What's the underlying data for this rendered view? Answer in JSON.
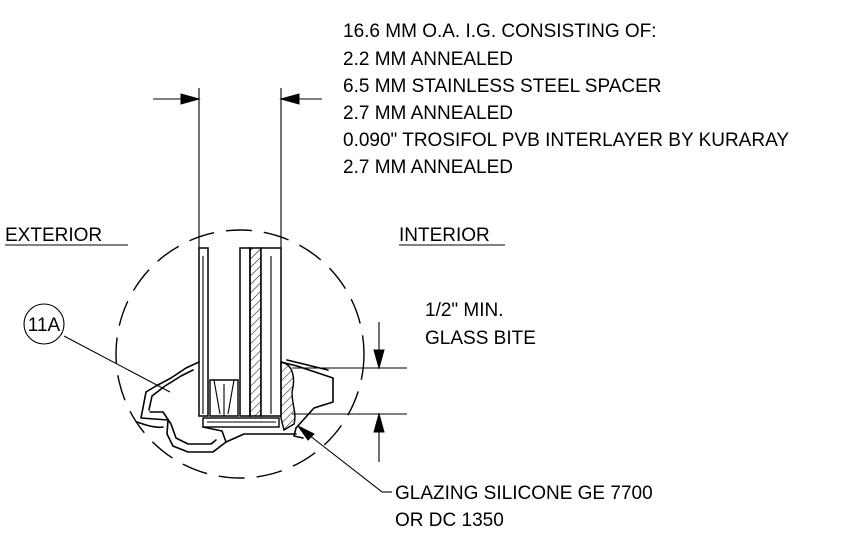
{
  "spec_notes": {
    "line1": "16.6 MM O.A. I.G. CONSISTING OF:",
    "line2": "2.2 MM ANNEALED",
    "line3": "6.5 MM STAINLESS STEEL SPACER",
    "line4": "2.7 MM ANNEALED",
    "line5": "0.090\" TROSIFOL PVB INTERLAYER BY KURARAY",
    "line6": "2.7 MM ANNEALED"
  },
  "labels": {
    "exterior": "EXTERIOR",
    "interior": "INTERIOR",
    "callout_tag": "11A",
    "bite_line1": "1/2\" MIN.",
    "bite_line2": "GLASS BITE",
    "sealant_line1": "GLAZING SILICONE GE 7700",
    "sealant_line2": "OR DC 1350"
  }
}
